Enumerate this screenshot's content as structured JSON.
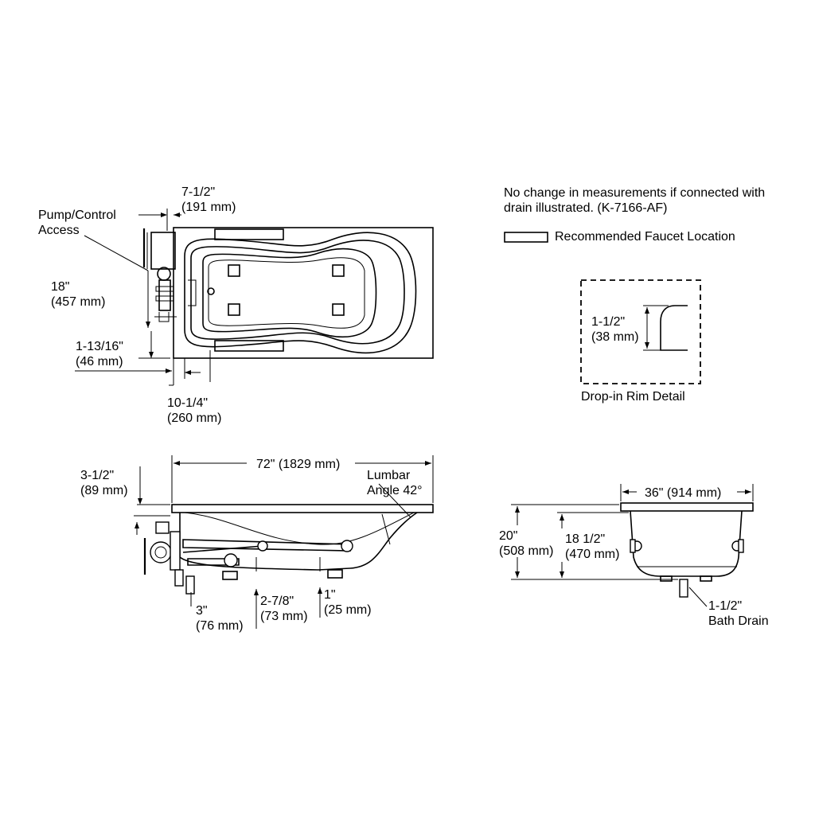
{
  "notes": {
    "drain_note": "No change in measurements if connected with drain illustrated. (K-7166-AF)",
    "faucet_legend": "Recommended Faucet Location",
    "rim_detail_title": "Drop-in Rim Detail"
  },
  "plan_view": {
    "pump_label_1": "Pump/Control",
    "pump_label_2": "Access",
    "dim_top_1": "7-1/2\"",
    "dim_top_2": "(191 mm)",
    "dim_left_1": "18\"",
    "dim_left_2": "(457 mm)",
    "dim_lower_1": "1-13/16\"",
    "dim_lower_2": "(46 mm)",
    "dim_bottom_1": "10-1/4\"",
    "dim_bottom_2": "(260 mm)"
  },
  "rim_detail": {
    "dim_1": "1-1/2\"",
    "dim_2": "(38 mm)"
  },
  "side_view": {
    "length_label": "72\" (1829 mm)",
    "lumbar_1": "Lumbar",
    "lumbar_2": "Angle 42°",
    "rim_1": "3-1/2\"",
    "rim_2": "(89 mm)",
    "dim_a_1": "3\"",
    "dim_a_2": "(76 mm)",
    "dim_b_1": "2-7/8\"",
    "dim_b_2": "(73 mm)",
    "dim_c_1": "1\"",
    "dim_c_2": "(25 mm)"
  },
  "end_view": {
    "width_label": "36\" (914 mm)",
    "height_1": "20\"",
    "height_2": "(508 mm)",
    "inner_1": "18 1/2\"",
    "inner_2": "(470 mm)",
    "drain_1": "1-1/2\"",
    "drain_2": "Bath Drain"
  }
}
